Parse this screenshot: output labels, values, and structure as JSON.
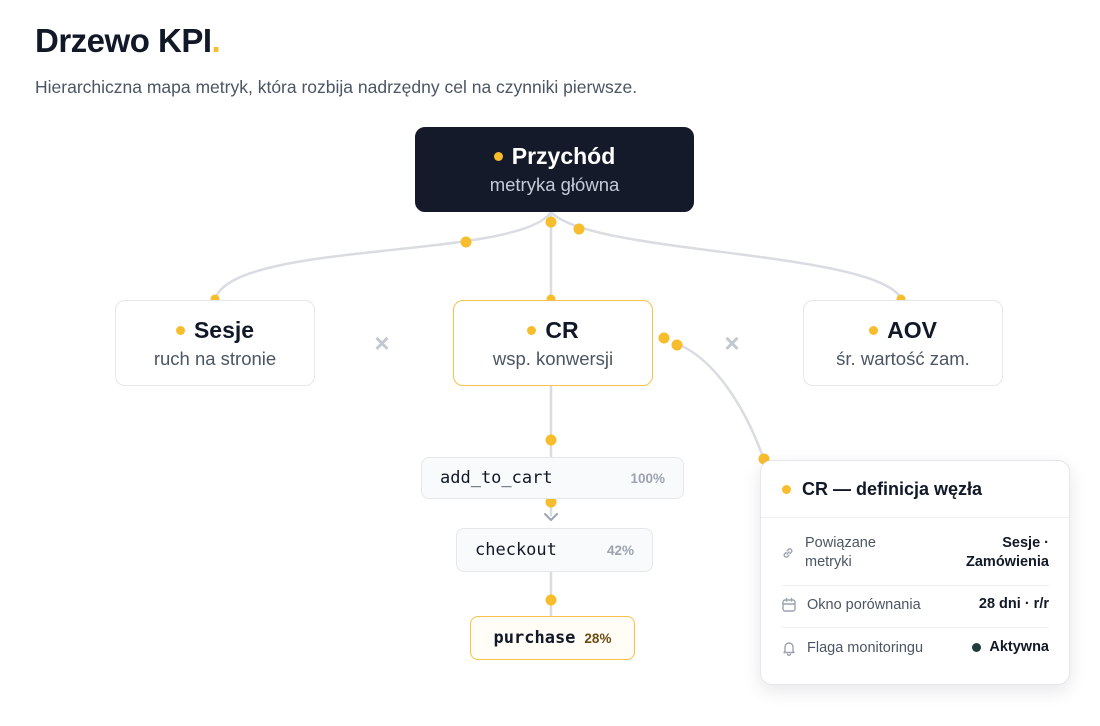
{
  "header": {
    "title": "Drzewo KPI",
    "title_dot": ".",
    "subtitle": "Hierarchiczna mapa metryk, która rozbija nadrzędny cel na czynniki pierwsze."
  },
  "tree": {
    "root": {
      "name": "Przychód",
      "sub": "metryka główna"
    },
    "children": [
      {
        "name": "Sesje",
        "sub": "ruch na stronie"
      },
      {
        "name": "CR",
        "sub": "wsp. konwersji"
      },
      {
        "name": "AOV",
        "sub": "śr. wartość zam."
      }
    ],
    "operators": [
      "×",
      "×"
    ]
  },
  "funnel": [
    {
      "event": "add_to_cart",
      "pct": "100%"
    },
    {
      "event": "checkout",
      "pct": "42%"
    },
    {
      "event": "purchase",
      "pct": "28%"
    }
  ],
  "detail_panel": {
    "title": "CR — definicja węzła",
    "rows": [
      {
        "icon": "link-icon",
        "label_line1": "Powiązane",
        "label_line2": "metryki",
        "value_line1": "Sesje ·",
        "value_line2": "Zamówienia"
      },
      {
        "icon": "calendar-icon",
        "label": "Okno porównania",
        "value": "28 dni · r/r"
      },
      {
        "icon": "bell-icon",
        "label": "Flaga monitoringu",
        "value": "Aktywna"
      }
    ]
  },
  "colors": {
    "accent": "#f7bd2c",
    "root_bg": "#141a2a",
    "connector": "#d9dce1",
    "status_active": "#1f3d3a"
  }
}
